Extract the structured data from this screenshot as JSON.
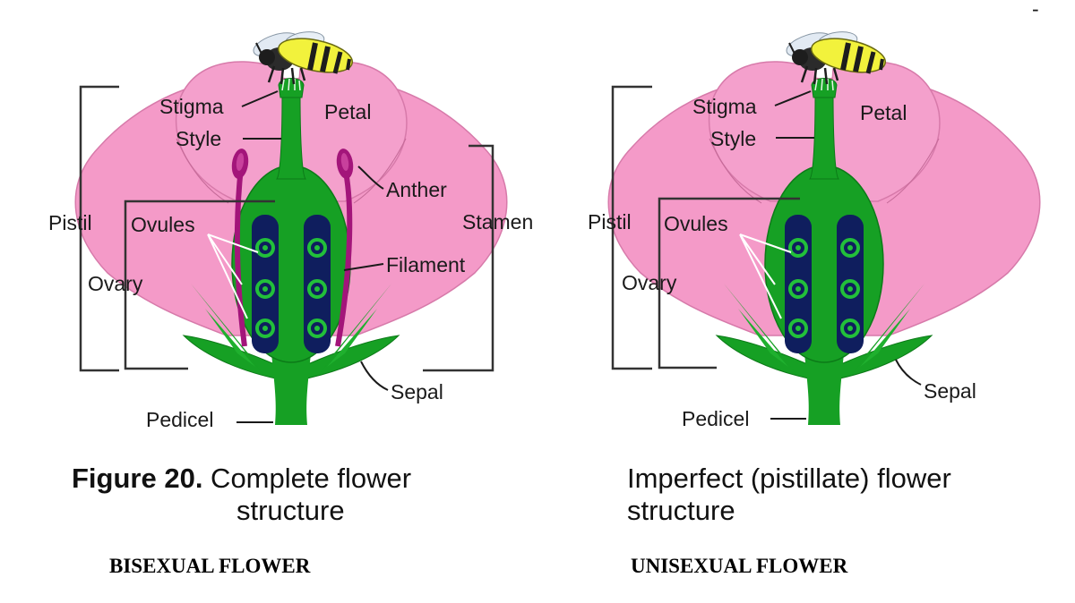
{
  "colors": {
    "petal": "#f49ac8",
    "petal_edge": "#d77aaa",
    "green": "#16a024",
    "dark_green": "#0c7a18",
    "ovary_inner": "#0f1e5e",
    "stamen": "#a3157a",
    "bee_yellow": "#f2f23c",
    "bee_black": "#1d1d1d"
  },
  "left": {
    "labels": {
      "stigma": "Stigma",
      "style": "Style",
      "petal": "Petal",
      "anther": "Anther",
      "pistil": "Pistil",
      "ovules": "Ovules",
      "stamen": "Stamen",
      "filament": "Filament",
      "ovary": "Ovary",
      "sepal": "Sepal",
      "pedicel": "Pedicel"
    },
    "caption_bold": "Figure 20.",
    "caption_rest": " Complete flower",
    "caption_line2": "structure",
    "subtitle": "BISEXUAL FLOWER"
  },
  "right": {
    "labels": {
      "stigma": "Stigma",
      "style": "Style",
      "petal": "Petal",
      "pistil": "Pistil",
      "ovules": "Ovules",
      "ovary": "Ovary",
      "sepal": "Sepal",
      "pedicel": "Pedicel"
    },
    "caption_line1": "Imperfect (pistillate) flower",
    "caption_line2": "structure",
    "subtitle": "UNISEXUAL FLOWER"
  },
  "corner_mark": "-"
}
